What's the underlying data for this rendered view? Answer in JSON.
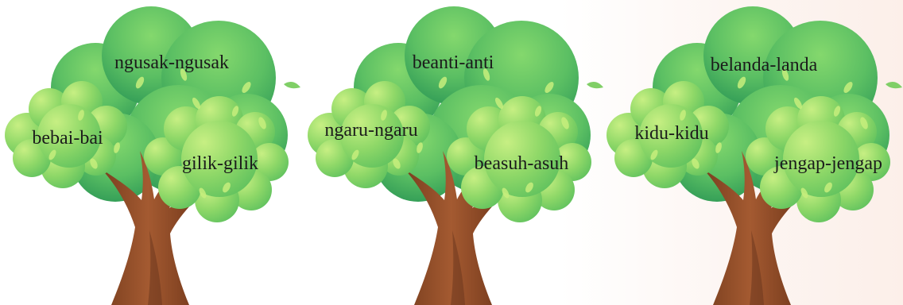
{
  "trees": [
    {
      "top": "ngusak-ngusak",
      "left": "bebai-bai",
      "right": "gilik-gilik"
    },
    {
      "top": "beanti-anti",
      "left": "ngaru-ngaru",
      "right": "beasuh-asuh"
    },
    {
      "top": "belanda-landa",
      "left": "kidu-kidu",
      "right": "jengap-jengap"
    }
  ]
}
